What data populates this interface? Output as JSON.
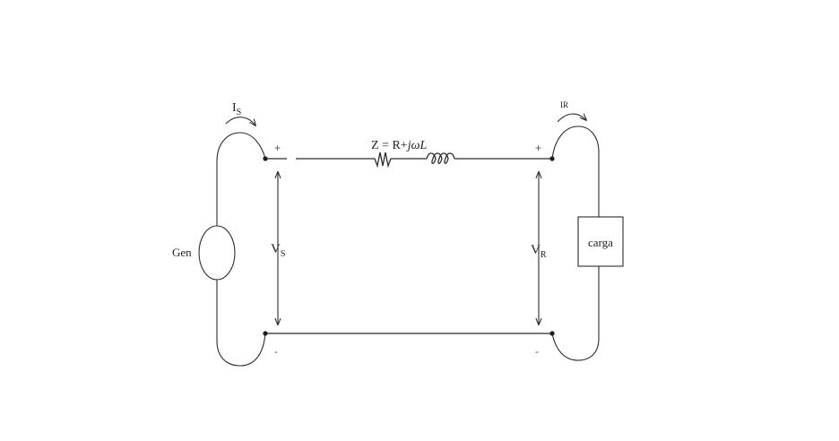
{
  "diagram": {
    "impedance": {
      "prefix": "Z = R+",
      "j": "j",
      "omega": "ω",
      "L": "L"
    },
    "source_current": {
      "main": "I",
      "sub": "S"
    },
    "load_current": {
      "main": "I",
      "sub": "R"
    },
    "source_voltage": {
      "main": "V",
      "sub": "S"
    },
    "load_voltage": {
      "main": "V",
      "sub": "R"
    },
    "generator_label": "Gen",
    "load_label": "carga",
    "plus_sign": "+",
    "minus_sign": "-"
  }
}
